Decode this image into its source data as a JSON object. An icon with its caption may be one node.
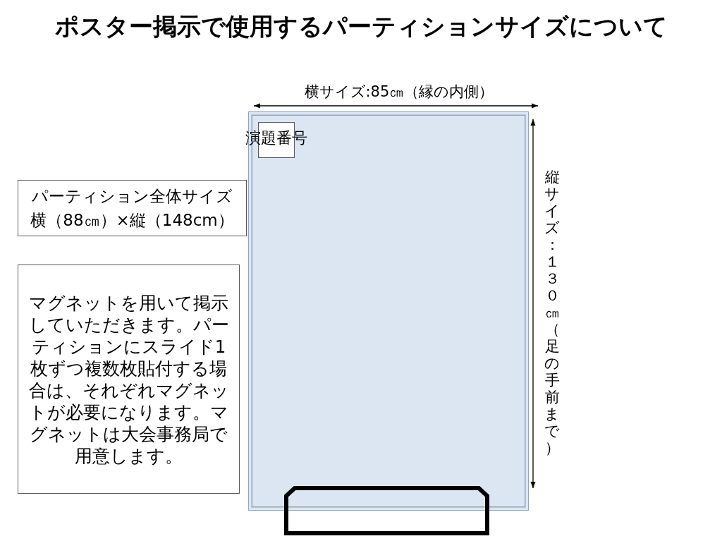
{
  "diagram": {
    "title": "ポスター掲示で使用するパーティションサイズについて",
    "nodes": [
      {
        "text": [],
        "shape": "box"
      },
      {
        "text": [
          "演題番号"
        ],
        "in": 0
      },
      {
        "text": [
          "パーティション全体サイズ",
          "横（88㎝）×縦（148cm）"
        ]
      },
      {
        "text": [
          "マグネットを用いて掲示していただきます。パーティションにスライド1枚ずつ複数枚貼付する場合は、それぞれマグネットが必要になります。マグネットは大会事務局で用意します。"
        ]
      },
      {
        "text": [],
        "shape": "box"
      }
    ],
    "labels": [
      "横サイズ:85㎝（縁の内側）",
      "縦サイズ：１３０㎝（足の手前まで）"
    ]
  }
}
